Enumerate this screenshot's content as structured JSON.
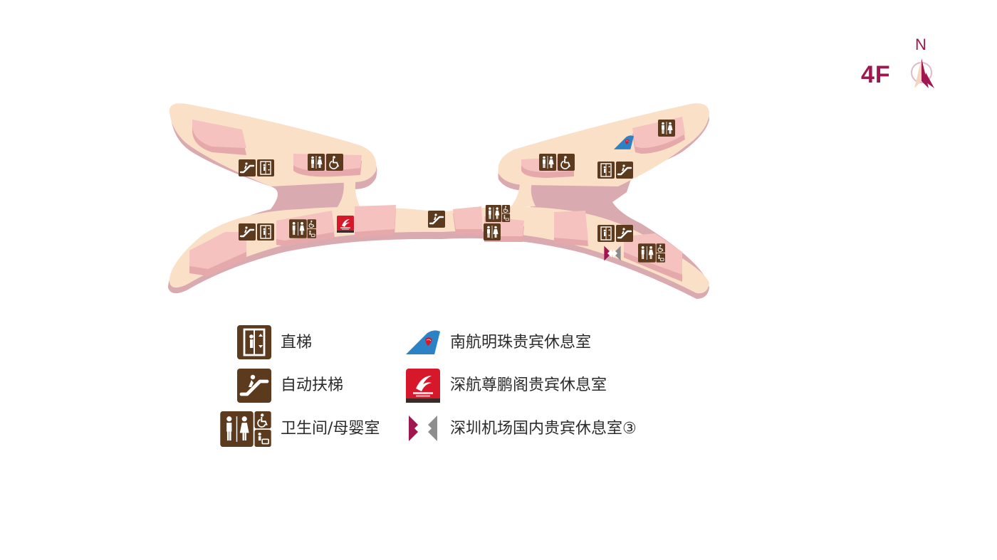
{
  "floor": {
    "label": "4F"
  },
  "compass": {
    "north_label": "N"
  },
  "colors": {
    "floor": "#fbe0c8",
    "floor_shadow": "#d9aab0",
    "room": "#f5c2c0",
    "room_shadow": "#e6a9ab",
    "icon_brown": "#5b3a1e",
    "brand": "#a0174f",
    "csair_blue": "#2b83c6",
    "shenzhen_red": "#d7182a"
  },
  "legend": {
    "elevator": "直梯",
    "escalator": "自动扶梯",
    "restroom": "卫生间/母婴室",
    "csair_lounge": "南航明珠贵宾休息室",
    "shenzhen_airlines_lounge": "深航尊鹏阁贵宾休息室",
    "airport_lounge": "深圳机场国内贵宾休息室③"
  }
}
